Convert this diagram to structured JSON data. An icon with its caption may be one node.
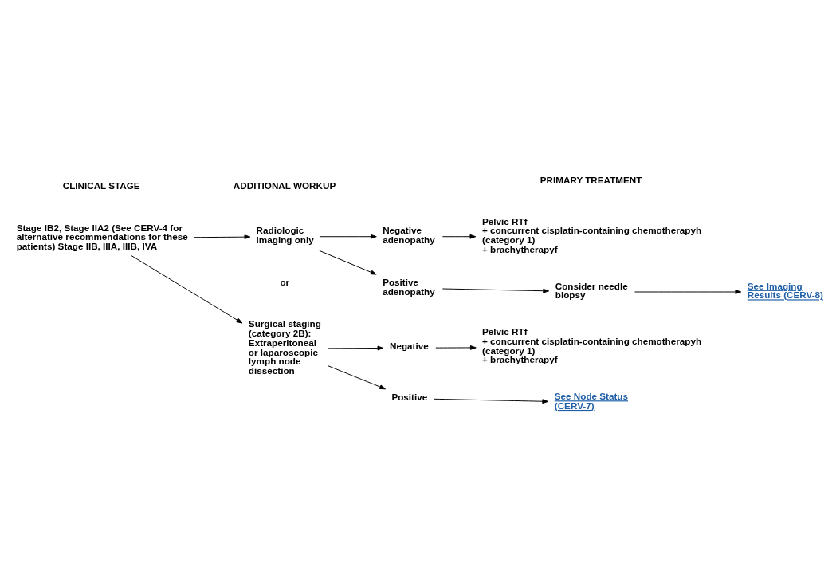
{
  "diagram": {
    "nodes": [
      {
        "text": [
          "Stage IB2, Stage IIA2 (See CERV-4 for alternative recommendations for these patients) Stage IIB, IIIA, IIIB, IVA"
        ]
      },
      {
        "text": [
          "Radiologic imaging only"
        ]
      },
      {
        "text": [
          "Surgical staging (category 2B): Extraperitoneal or laparoscopic lymph node dissection"
        ]
      },
      {
        "text": [
          "Negative adenopathy"
        ]
      },
      {
        "text": [
          "Pelvic RTf + concurrent cisplatin-containing chemotherapyh (category 1) + brachytherapyf"
        ]
      },
      {
        "text": [
          "Positive adenopathy"
        ]
      },
      {
        "text": [
          "Consider needle biopsy"
        ]
      },
      {
        "text": [
          "See Imaging Results (CERV-8)"
        ]
      },
      {
        "text": [
          "Negative"
        ]
      },
      {
        "text": [
          "Pelvic RTf + concurrent cisplatin-containing chemotherapyh (category 1) + brachytherapyf"
        ]
      },
      {
        "text": [
          "Positive"
        ]
      },
      {
        "text": [
          "See Node Status (CERV-7)"
        ]
      }
    ],
    "edges": [
      {
        "from": 0,
        "to": 1,
        "arrow": "to"
      },
      {
        "from": 0,
        "to": 2,
        "arrow": "to"
      },
      {
        "from": 1,
        "to": 3,
        "arrow": "to"
      },
      {
        "from": 1,
        "to": 5,
        "arrow": "to"
      },
      {
        "from": 3,
        "to": 4,
        "arrow": "to"
      },
      {
        "from": 5,
        "to": 6,
        "arrow": "to"
      },
      {
        "from": 6,
        "to": 7,
        "arrow": "to"
      },
      {
        "from": 2,
        "to": 8,
        "arrow": "to"
      },
      {
        "from": 2,
        "to": 10,
        "arrow": "to"
      },
      {
        "from": 8,
        "to": 9,
        "arrow": "to"
      },
      {
        "from": 10,
        "to": 11,
        "arrow": "to"
      }
    ],
    "labels": [
      "CLINICAL STAGE",
      "ADDITIONAL WORKUP",
      "PRIMARY TREATMENT",
      "or"
    ]
  }
}
